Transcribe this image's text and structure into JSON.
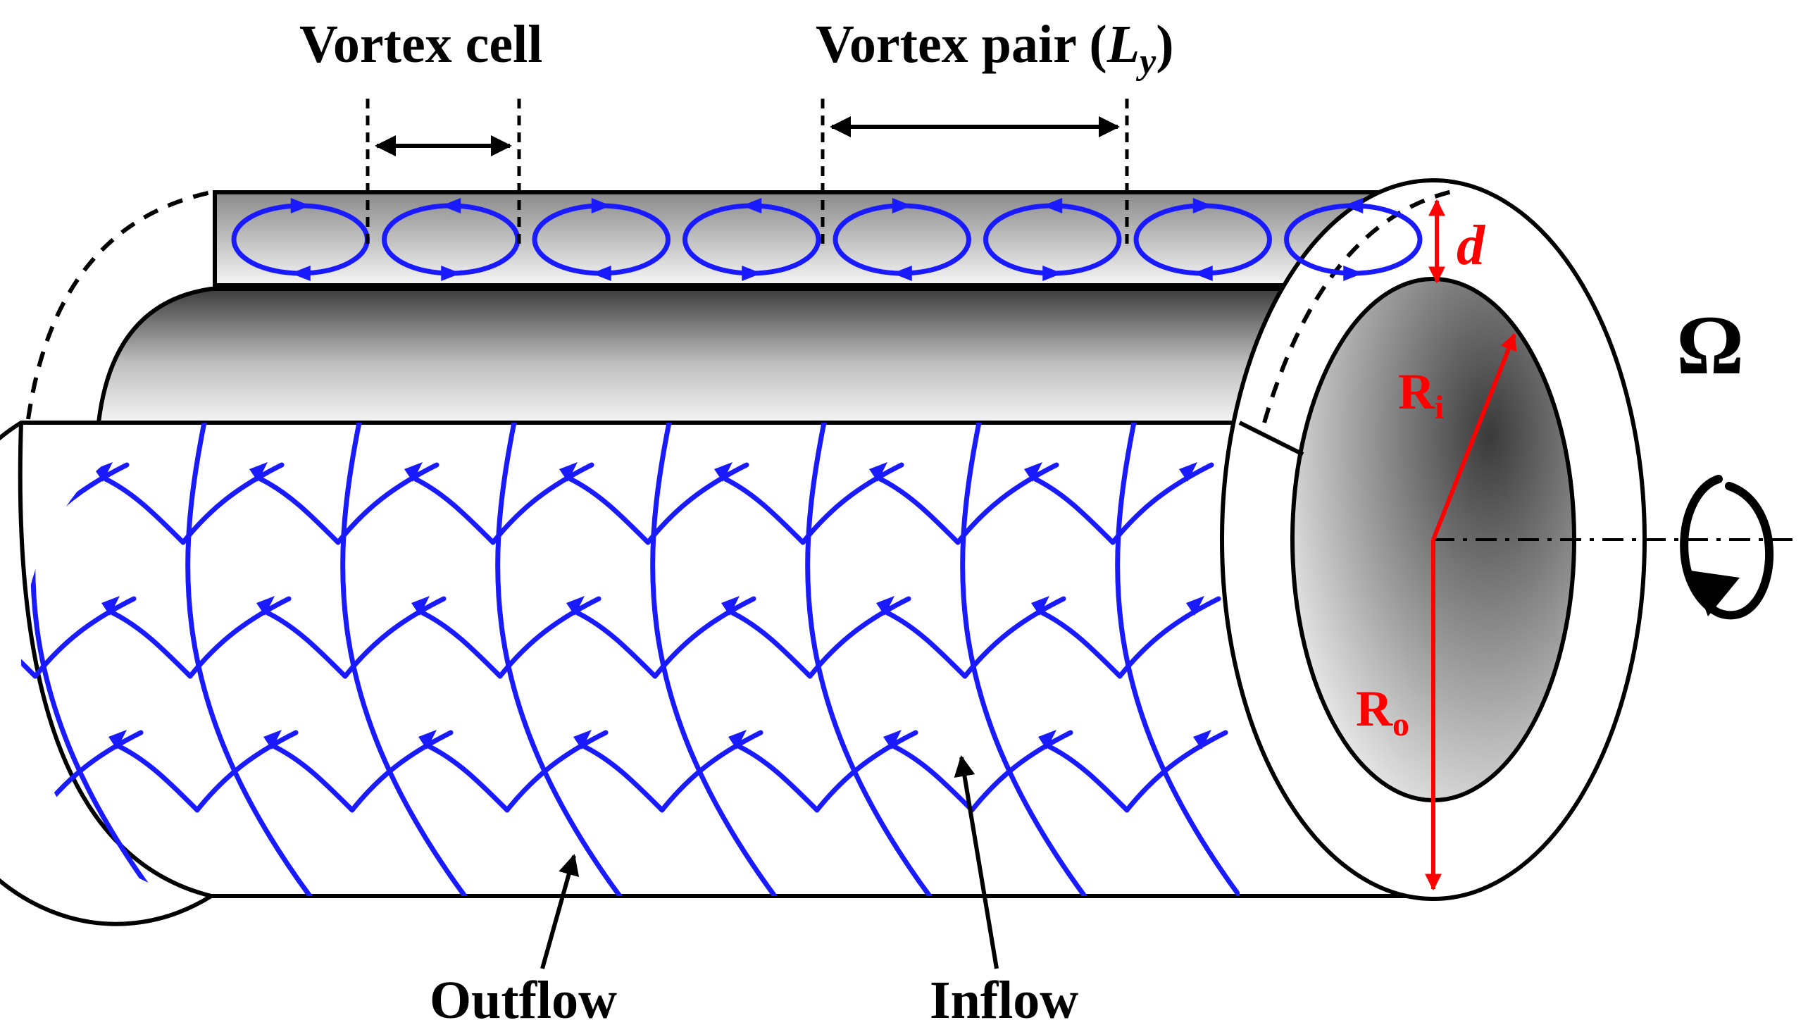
{
  "labels": {
    "vortex_cell": "Vortex cell",
    "vortex_pair_text": "Vortex pair (",
    "vortex_pair_L": "L",
    "vortex_pair_sub": "y",
    "vortex_pair_close": ")",
    "gap": "d",
    "omega": "Ω",
    "inner_radius": "R",
    "inner_radius_sub": "i",
    "outer_radius": "R",
    "outer_radius_sub": "o",
    "outflow": "Outflow",
    "inflow": "Inflow"
  },
  "colors": {
    "flow": "#1a1aff",
    "annotation": "#ff0000",
    "outline": "#000000"
  },
  "vortex_cell_count": 8
}
